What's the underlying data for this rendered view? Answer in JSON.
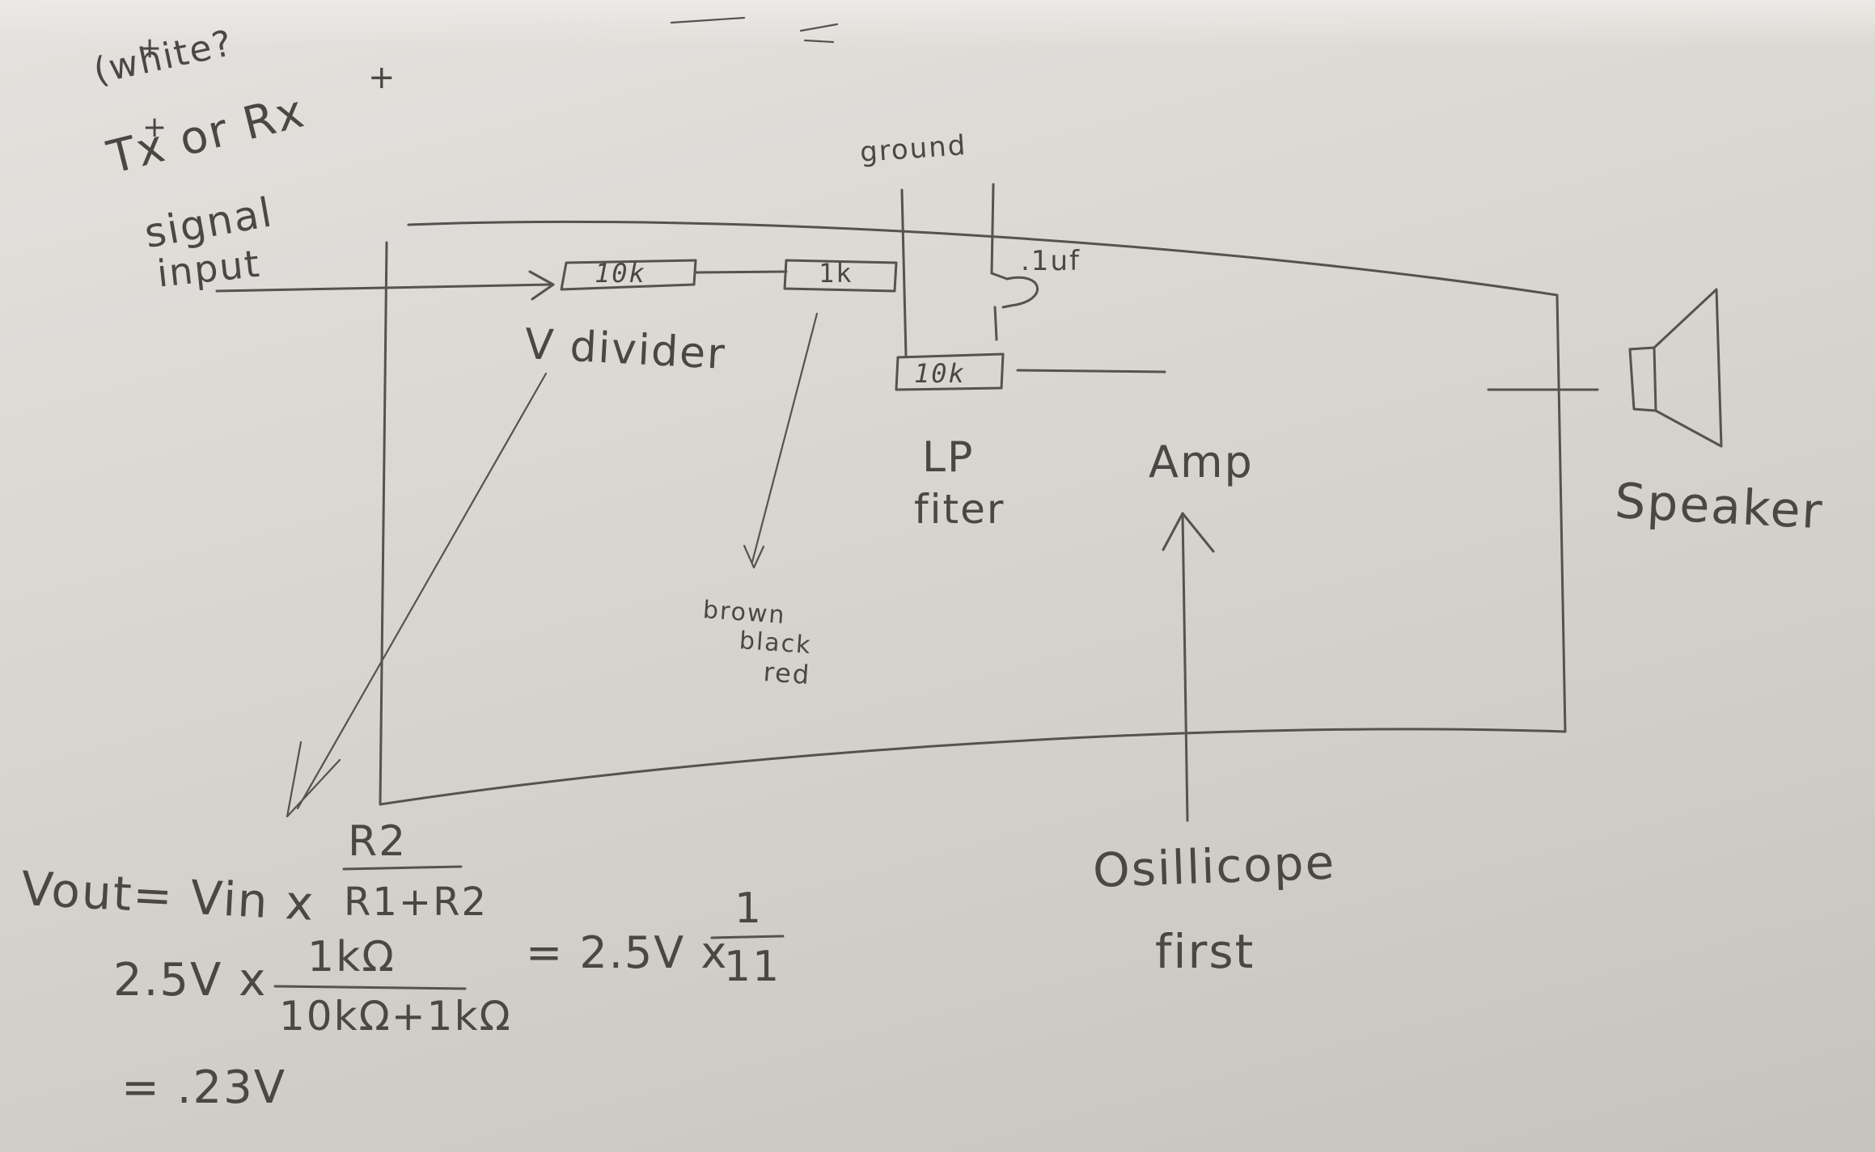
{
  "labels": {
    "white_note": "(white?",
    "white_plus": "+",
    "tx_rx": "Tx or Rx",
    "tx_plus": "+",
    "rx_plus": "+",
    "signal": "signal",
    "input": "input",
    "ground": "ground",
    "cap": ".1uf",
    "r1": "10k",
    "r2": "1k",
    "r3": "10k",
    "v_divider": "V divider",
    "lp": "LP",
    "filter": "fiter",
    "amp": "Amp",
    "speaker": "Speaker",
    "color_brown": "brown",
    "color_black": "black",
    "color_red": "red",
    "oscilloscope": "Osillicope",
    "first": "first"
  },
  "formula": {
    "vout": "Vout= Vin x",
    "frac1_num": "R2",
    "frac1_den": "R1+R2",
    "calc": "2.5V x",
    "frac2_num": "1kΩ",
    "frac2_den": "10kΩ+1kΩ",
    "equals": "= 2.5V x",
    "frac3_num": "1",
    "frac3_den": "11",
    "result": "= .23V"
  },
  "colors": {
    "paper": "#dcd9d4",
    "pencil": "#55524f"
  }
}
